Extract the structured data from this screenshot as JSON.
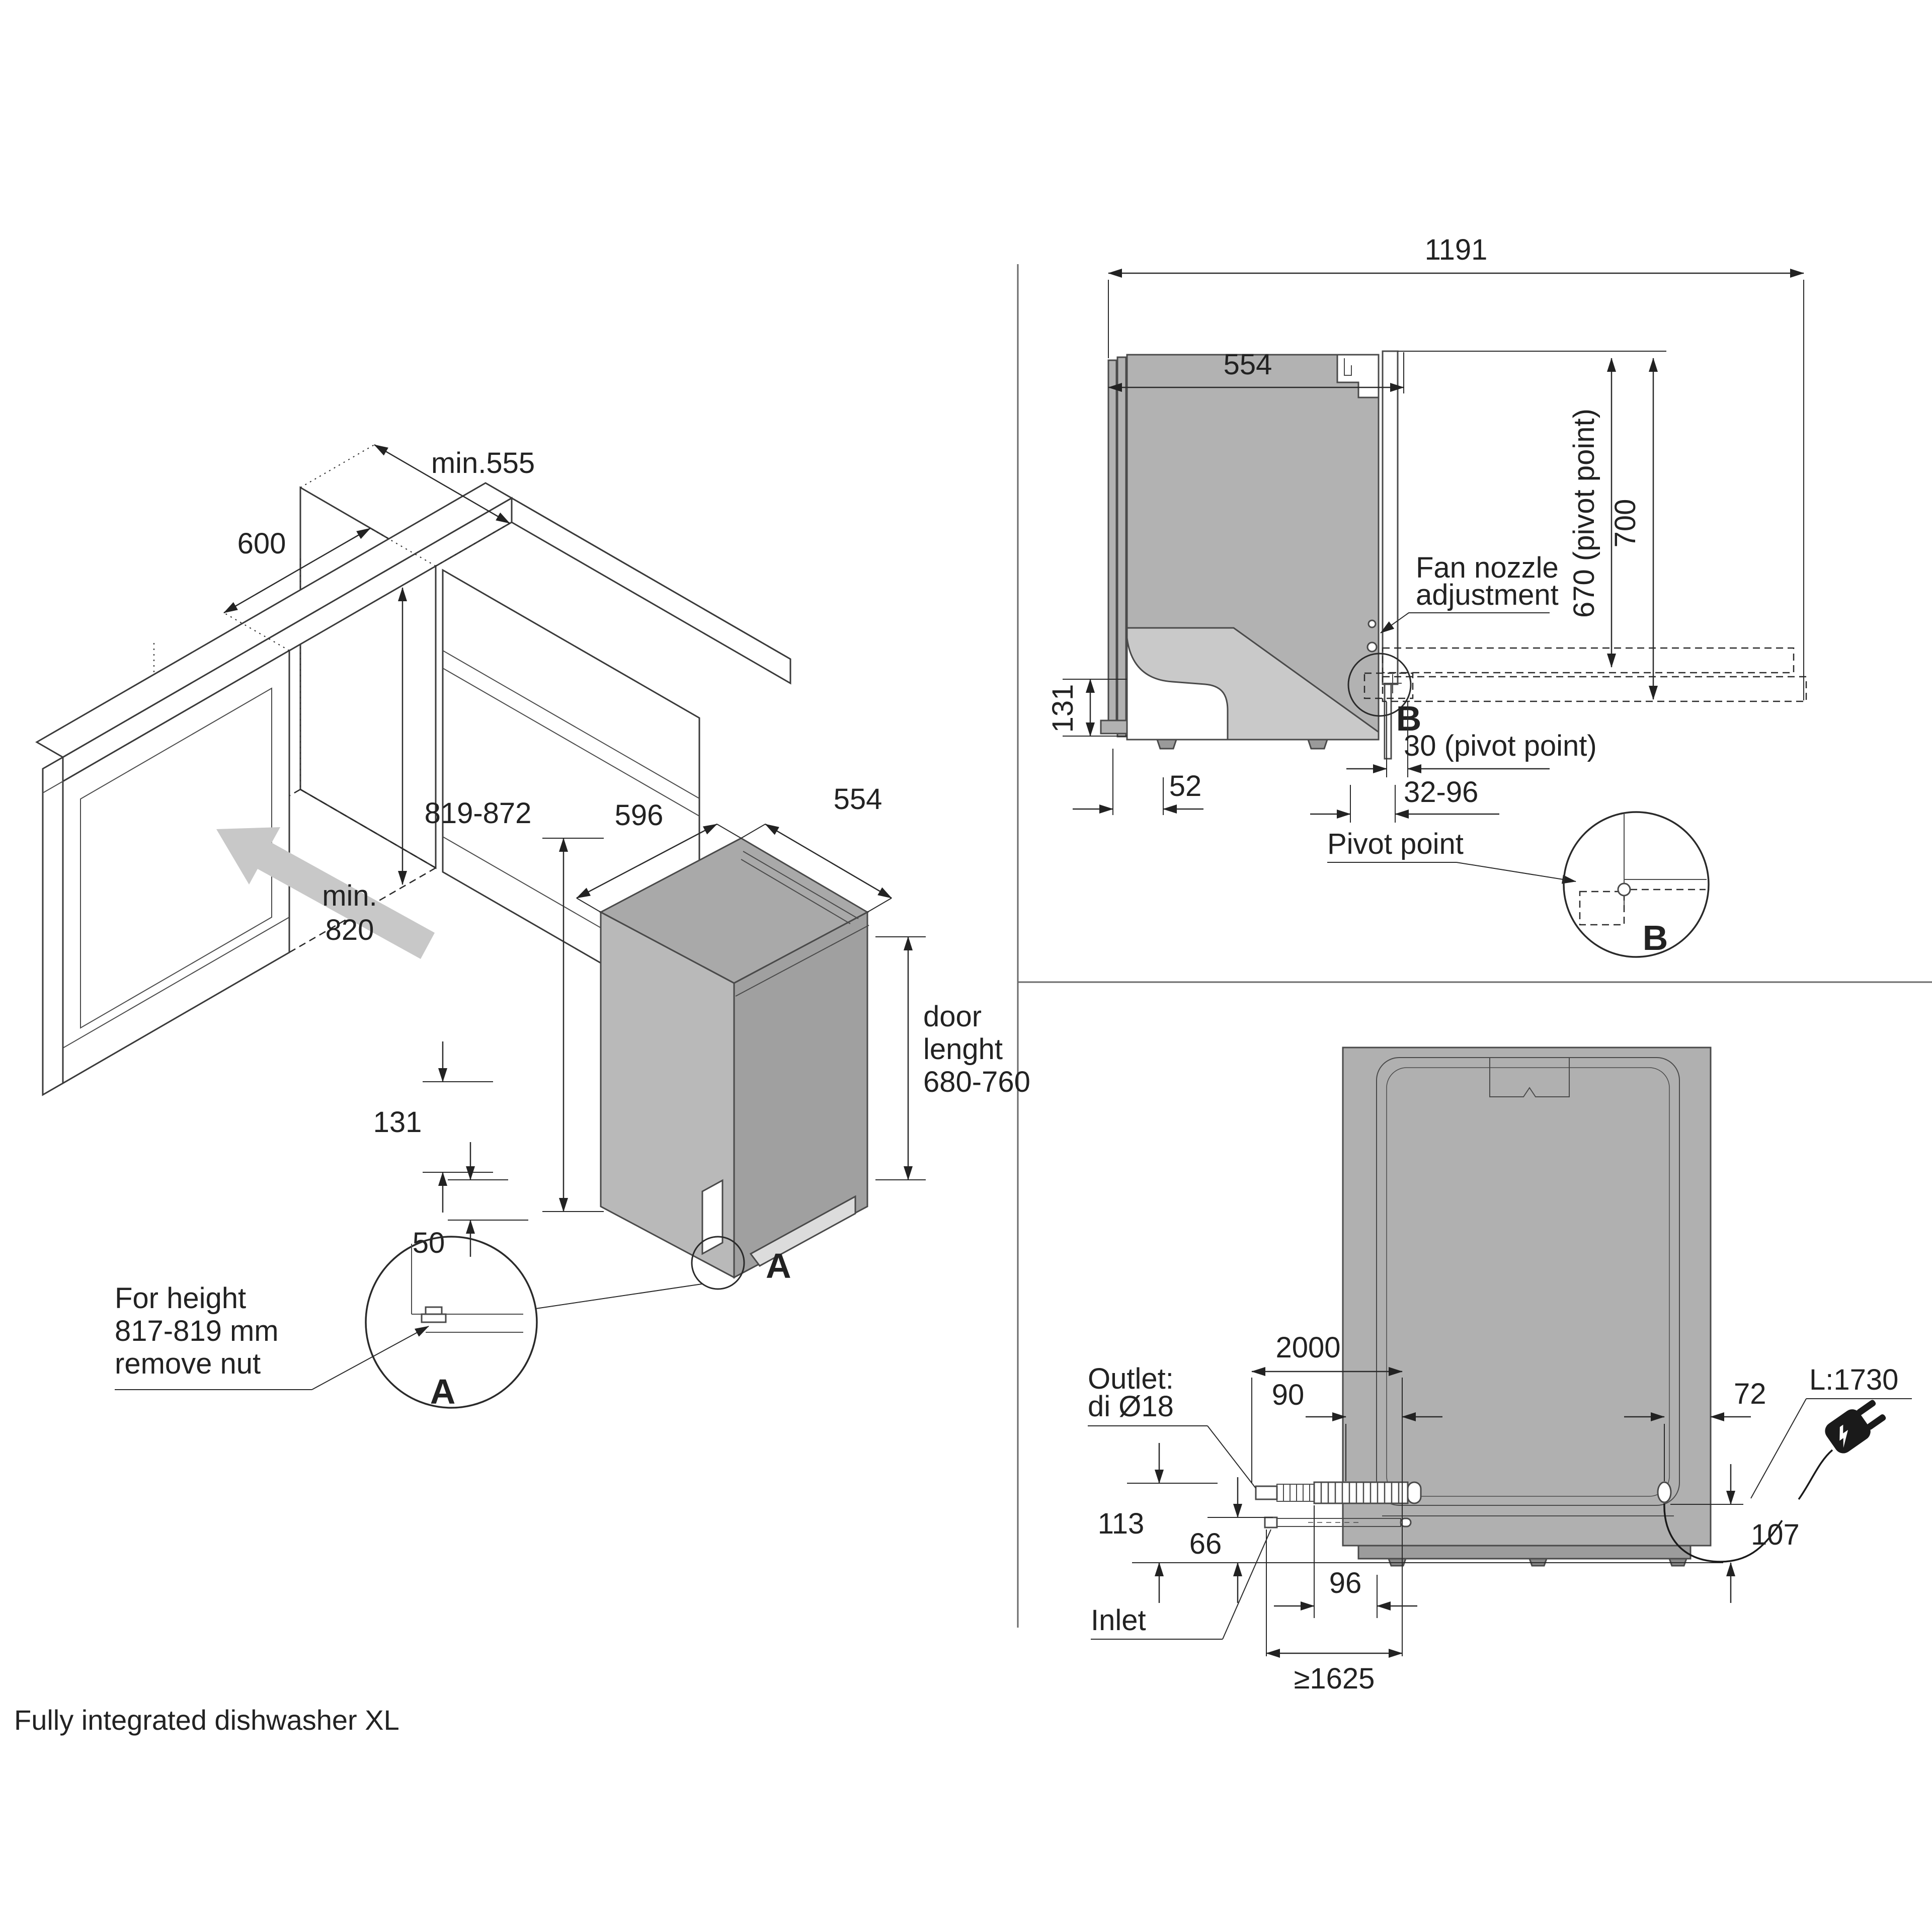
{
  "footer": {
    "caption": "Fully integrated dishwasher XL"
  },
  "left_view": {
    "dim_600": "600",
    "dim_min555": "min.555",
    "min_height_l1": "min.",
    "min_height_l2": "820",
    "dim_819_872": "819-872",
    "dim_596": "596",
    "dim_554": "554",
    "door_l1": "door",
    "door_l2": "lenght",
    "door_l3": "680-760",
    "dim_131": "131",
    "dim_50": "50",
    "marker_a": "A",
    "note_l1": "For height",
    "note_l2": "817-819 mm",
    "note_l3": "remove nut",
    "detail_a": "A"
  },
  "side_view": {
    "dim_1191": "1191",
    "dim_554": "554",
    "fan_l1": "Fan nozzle",
    "fan_l2": "adjustment",
    "dim_670": "670 (pivot point)",
    "dim_700": "700",
    "dim_131": "131",
    "dim_52": "52",
    "marker_b": "B",
    "dim_30": "30 (pivot point)",
    "dim_32_96": "32-96",
    "pivot_label": "Pivot point",
    "detail_b": "B"
  },
  "rear_view": {
    "dim_2000": "2000",
    "dim_90": "90",
    "dim_72": "72",
    "cord": "L:1730",
    "outlet_l1": "Outlet:",
    "outlet_l2": "di Ø18",
    "dim_113": "113",
    "dim_66": "66",
    "dim_96": "96",
    "dim_107": "107",
    "inlet": "Inlet",
    "dim_1625": "≥1625"
  }
}
